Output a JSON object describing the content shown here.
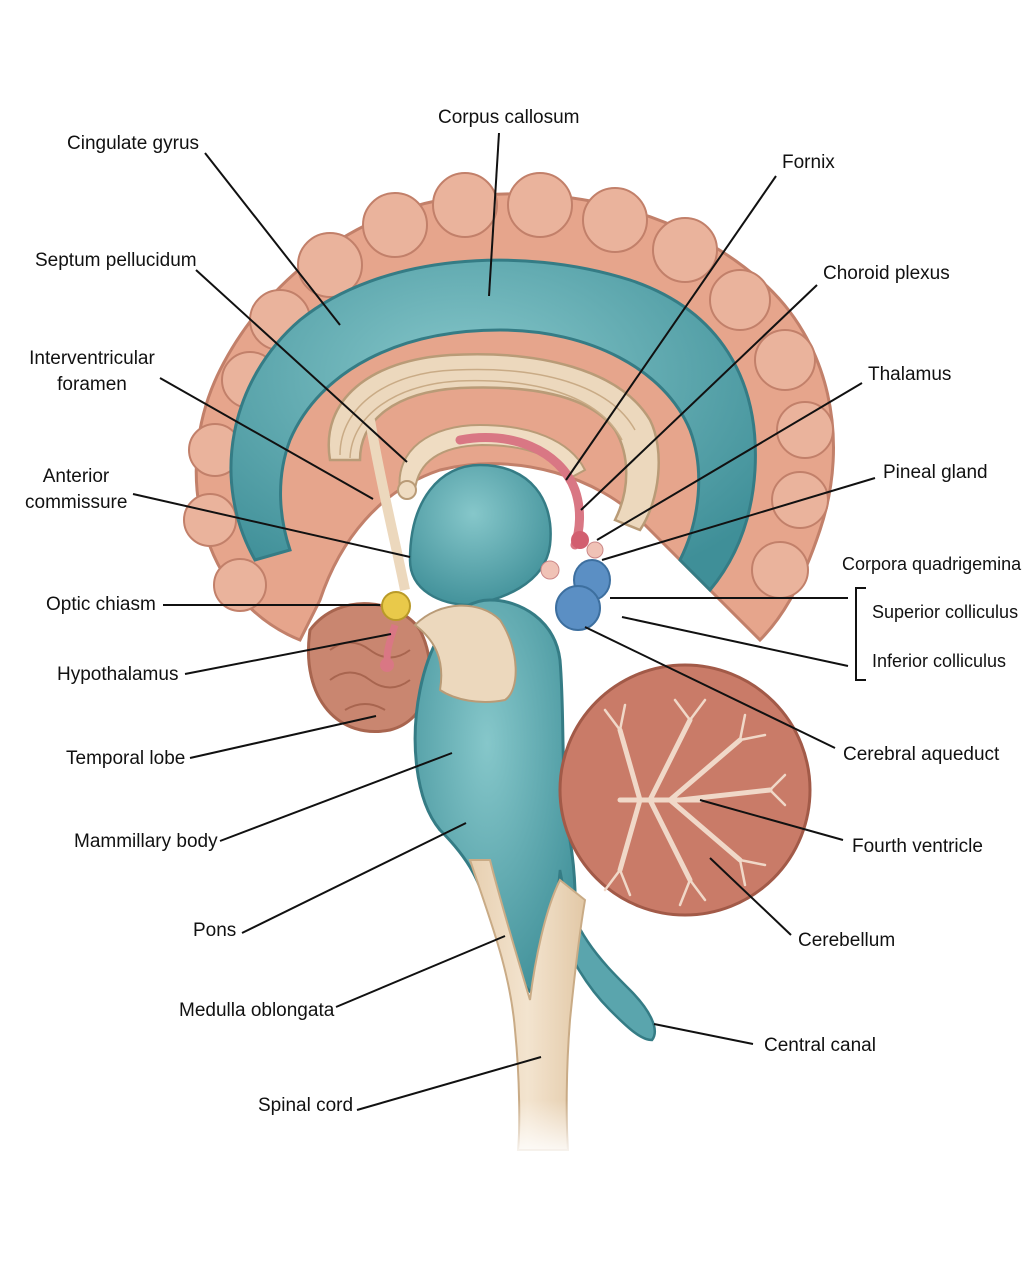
{
  "labels": {
    "corpus_callosum": "Corpus callosum",
    "cingulate_gyrus": "Cingulate gyrus",
    "fornix": "Fornix",
    "septum_pellucidum": "Septum pellucidum",
    "choroid_plexus": "Choroid plexus",
    "interventricular_foramen_1": "Interventricular",
    "interventricular_foramen_2": "foramen",
    "thalamus": "Thalamus",
    "anterior_commissure_1": "Anterior",
    "anterior_commissure_2": "commissure",
    "pineal_gland": "Pineal gland",
    "corpora_quadrigemina": "Corpora quadrigemina",
    "optic_chiasm": "Optic chiasm",
    "superior_colliculus": "Superior colliculus",
    "inferior_colliculus": "Inferior colliculus",
    "hypothalamus": "Hypothalamus",
    "temporal_lobe": "Temporal lobe",
    "cerebral_aqueduct": "Cerebral aqueduct",
    "mammillary_body": "Mammillary body",
    "fourth_ventricle": "Fourth ventricle",
    "pons": "Pons",
    "cerebellum": "Cerebellum",
    "medulla_oblongata": "Medulla oblongata",
    "central_canal": "Central canal",
    "spinal_cord": "Spinal cord"
  },
  "colors": {
    "cortex": "#e6a58c",
    "cortex_dark": "#c97e68",
    "ventricle_teal": "#4e9ea6",
    "ventricle_light": "#7cc0c4",
    "white_matter": "#ecd8bd",
    "cerebellum": "#c97b68",
    "pink": "#d97784",
    "yellow": "#e9c94a",
    "blue": "#5b8fc4",
    "line": "#111111"
  }
}
